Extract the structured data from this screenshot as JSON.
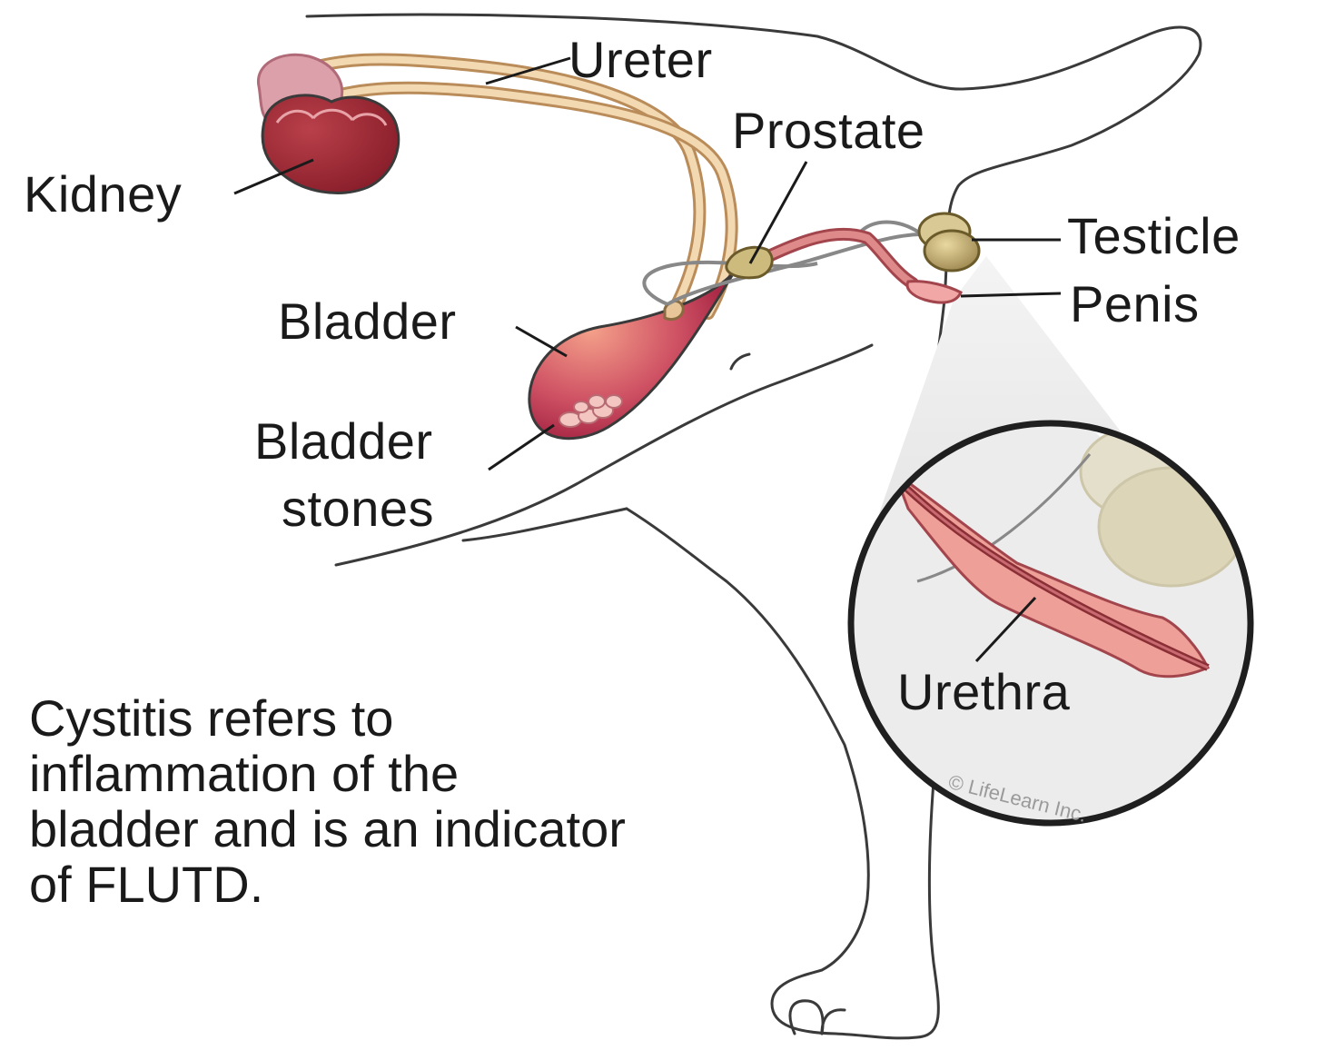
{
  "labels": {
    "ureter": "Ureter",
    "prostate": "Prostate",
    "kidney": "Kidney",
    "testicle": "Testicle",
    "penis": "Penis",
    "bladder": "Bladder",
    "bladder_stones_line1": "Bladder",
    "bladder_stones_line2": "stones",
    "urethra": "Urethra"
  },
  "caption": {
    "line1": "Cystitis refers to",
    "line2": "inflammation of the",
    "line3": "bladder and is an indicator",
    "line4": "of FLUTD."
  },
  "copyright": "© LifeLearn Inc.",
  "colors": {
    "outline": "#3a3a3a",
    "kidney": "#9e2a36",
    "kidney_back": "#d99aa5",
    "bladder": "#c24a5e",
    "bladder_highlight": "#f0937f",
    "ureter": "#e8c69a",
    "prostate": "#c9b57a",
    "testicle": "#b6a36a",
    "urethra": "#d9757a",
    "zoom_cone": "#e9e9e9"
  }
}
